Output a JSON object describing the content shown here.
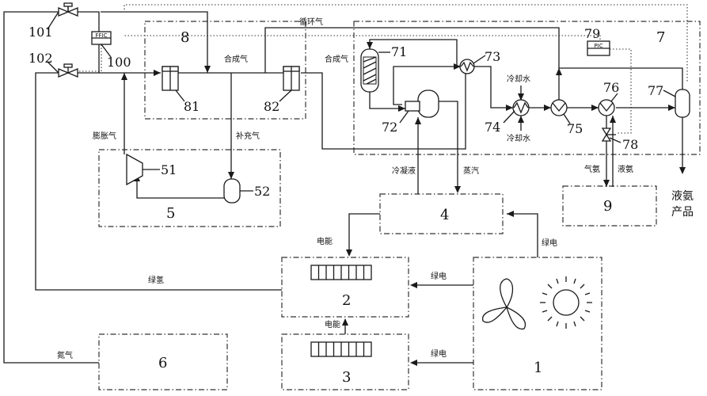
{
  "units": {
    "u1": "1",
    "u2": "2",
    "u3": "3",
    "u4": "4",
    "u5": "5",
    "u6": "6",
    "u7": "7",
    "u8": "8",
    "u9": "9"
  },
  "components": {
    "c51": "51",
    "c52": "52",
    "c71": "71",
    "c72": "72",
    "c73": "73",
    "c74": "74",
    "c75": "75",
    "c76": "76",
    "c77": "77",
    "c78": "78",
    "c79": "79",
    "c81": "81",
    "c82": "82",
    "c100": "100",
    "c101": "101",
    "c102": "102"
  },
  "instruments": {
    "ffic": "FFIC",
    "pic": "PIC"
  },
  "labels": {
    "recycle_gas": "循环气",
    "syngas_1": "合成气",
    "syngas_2": "合成气",
    "makeup_gas": "补充气",
    "expansion_gas": "膨胀气",
    "cooling_water_in": "冷却水",
    "cooling_water_out": "冷却水",
    "condensate": "冷凝液",
    "steam": "蒸汽",
    "gas_ammonia": "气氨",
    "liquid_ammonia": "液氨",
    "product_line1": "液氨",
    "product_line2": "产品",
    "electric_power_1": "电能",
    "electric_power_2": "电能",
    "green_power_1": "绿电",
    "green_power_2": "绿电",
    "green_power_3": "绿电",
    "green_hydrogen": "绿氢",
    "nitrogen": "氮气"
  }
}
